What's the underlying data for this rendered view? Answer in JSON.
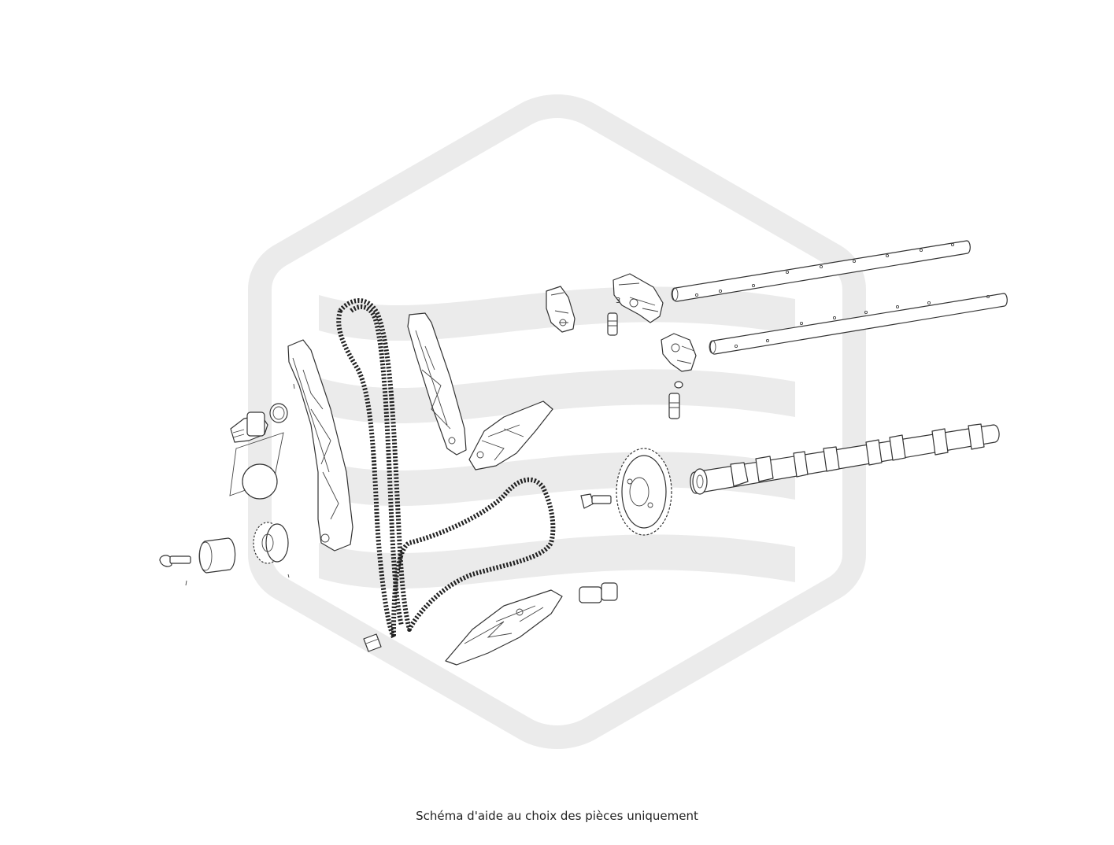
{
  "caption": "Schéma d'aide au choix des pièces uniquement",
  "watermark": {
    "icon": "hexagon-logo-watermark",
    "color": "#ebebeb"
  },
  "callouts": {
    "rocker_3": "3"
  },
  "colors": {
    "line": "#333333",
    "background": "#ffffff"
  }
}
